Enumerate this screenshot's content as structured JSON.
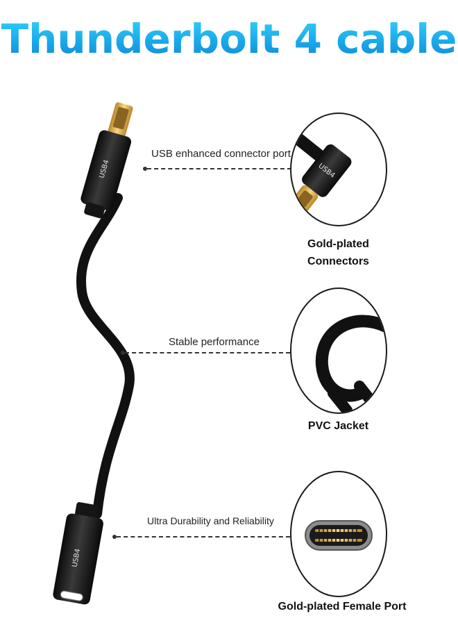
{
  "title": "Thunderbolt 4 cable",
  "callouts": {
    "connector": "USB enhanced connector port",
    "performance": "Stable performance",
    "durability": "Ultra Durability and Reliability"
  },
  "captions": {
    "gold_connectors_line1": "Gold-plated",
    "gold_connectors_line2": "Connectors",
    "pvc": "PVC Jacket",
    "female_port": "Gold-plated Female Port"
  },
  "plug_text": "USB4",
  "colors": {
    "title": "#1aa9ea",
    "cable": "#111111",
    "gold": "#e7b84a"
  }
}
